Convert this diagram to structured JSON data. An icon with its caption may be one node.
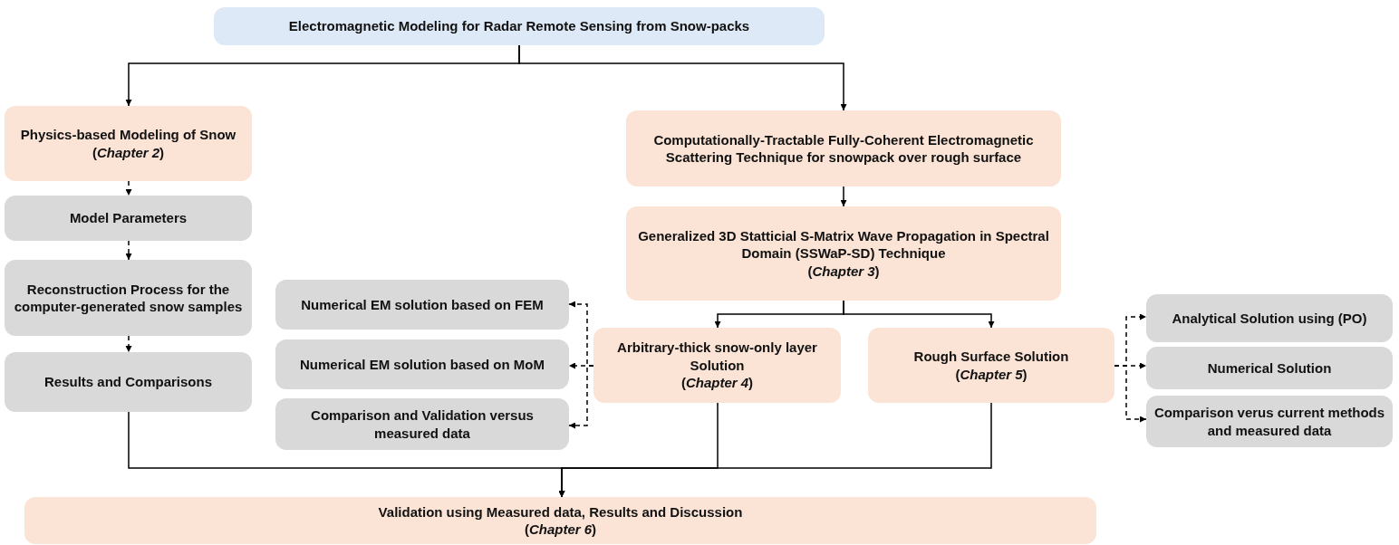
{
  "diagram": {
    "nodes": [
      {
        "text": [
          "Electromagnetic Modeling for Radar Remote Sensing from Snow-packs"
        ]
      },
      {
        "text": [
          "Physics-based Modeling of Snow",
          "(*Chapter 2*)"
        ]
      },
      {
        "text": [
          "Model Parameters"
        ]
      },
      {
        "text": [
          "Reconstruction Process for the computer-generated snow samples"
        ]
      },
      {
        "text": [
          "Results and Comparisons"
        ]
      },
      {
        "text": [
          "Computationally-Tractable Fully-Coherent Electromagnetic Scattering Technique for snowpack over rough surface"
        ]
      },
      {
        "text": [
          "Generalized 3D Statticial S-Matrix Wave Propagation in Spectral Domain (SSWaP-SD) Technique",
          "(*Chapter 3*)"
        ]
      },
      {
        "text": [
          "Numerical EM solution based on FEM"
        ]
      },
      {
        "text": [
          "Numerical EM solution based on MoM"
        ]
      },
      {
        "text": [
          "Comparison and Validation versus measured data"
        ]
      },
      {
        "text": [
          "Arbitrary-thick snow-only layer Solution",
          "(*Chapter 4*)"
        ]
      },
      {
        "text": [
          "Rough Surface Solution",
          "(*Chapter 5*)"
        ]
      },
      {
        "text": [
          "Analytical Solution using (PO)"
        ]
      },
      {
        "text": [
          "Numerical Solution"
        ]
      },
      {
        "text": [
          "Comparison verus current methods and measured data"
        ]
      },
      {
        "text": [
          "Validation using Measured data, Results and Discussion",
          "(*Chapter 6*)"
        ]
      }
    ],
    "edges": [
      {
        "from": 0,
        "to": 1,
        "arrow": "to"
      },
      {
        "from": 0,
        "to": 5,
        "arrow": "to"
      },
      {
        "from": 1,
        "to": 2,
        "arrow": "to",
        "style": "dashed"
      },
      {
        "from": 2,
        "to": 3,
        "arrow": "to",
        "style": "dashed"
      },
      {
        "from": 3,
        "to": 4,
        "arrow": "to",
        "style": "dashed"
      },
      {
        "from": 5,
        "to": 6,
        "arrow": "to"
      },
      {
        "from": 6,
        "to": 10,
        "arrow": "to"
      },
      {
        "from": 6,
        "to": 11,
        "arrow": "to"
      },
      {
        "from": 10,
        "to": 7,
        "arrow": "to",
        "style": "dashed"
      },
      {
        "from": 10,
        "to": 8,
        "arrow": "to",
        "style": "dashed"
      },
      {
        "from": 10,
        "to": 9,
        "arrow": "to",
        "style": "dashed"
      },
      {
        "from": 11,
        "to": 12,
        "arrow": "to",
        "style": "dashed"
      },
      {
        "from": 11,
        "to": 13,
        "arrow": "to",
        "style": "dashed"
      },
      {
        "from": 11,
        "to": 14,
        "arrow": "to",
        "style": "dashed"
      },
      {
        "from": 4,
        "to": 15,
        "arrow": "to"
      },
      {
        "from": 10,
        "to": 15,
        "arrow": "to"
      },
      {
        "from": 11,
        "to": 15,
        "arrow": "to"
      }
    ]
  }
}
